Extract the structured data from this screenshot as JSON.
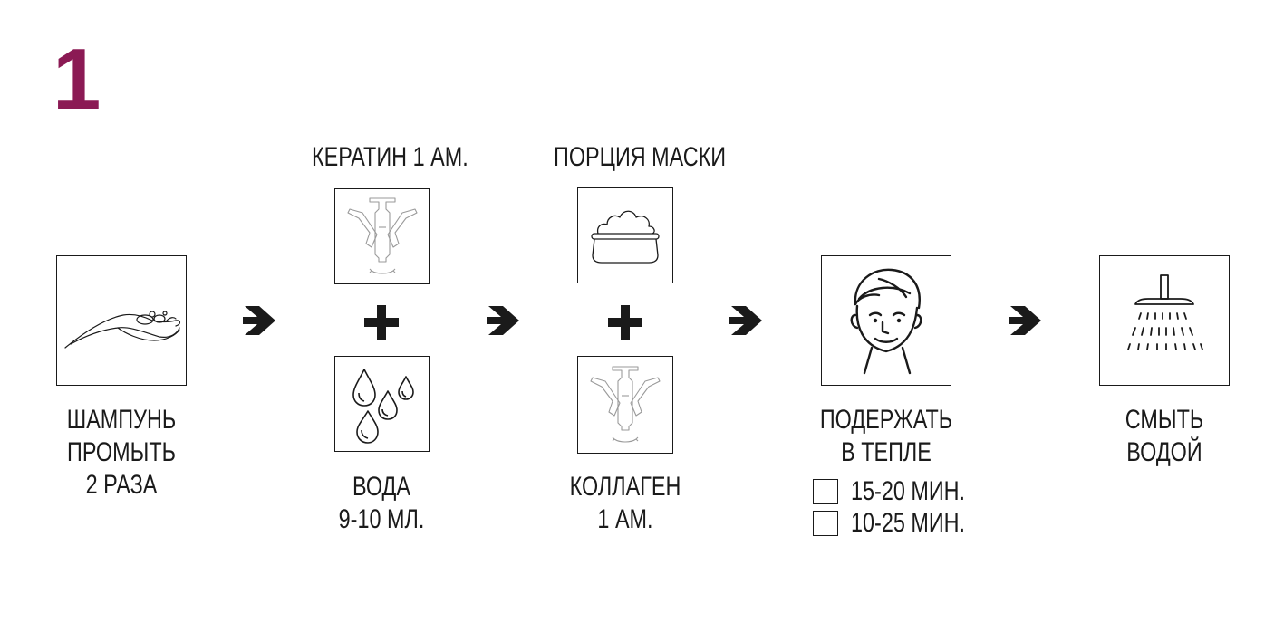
{
  "step_number": "1",
  "steps": {
    "shampoo": {
      "lines": [
        "ШАМПУНЬ",
        "ПРОМЫТЬ",
        "2 РАЗА"
      ],
      "icon": "cupped-hand-foam-icon"
    },
    "keratin": {
      "top_label": "КЕРАТИН 1 АМ.",
      "icon": "ampoule-icon"
    },
    "water": {
      "lines": [
        "ВОДА",
        "9-10 МЛ."
      ],
      "icon": "water-drops-icon"
    },
    "mask": {
      "top_label": "ПОРЦИЯ МАСКИ",
      "icon": "cream-jar-icon"
    },
    "collagen": {
      "lines": [
        "КОЛЛАГЕН",
        "1 АМ."
      ],
      "icon": "ampoule-icon"
    },
    "hold": {
      "lines": [
        "ПОДЕРЖАТЬ",
        "В ТЕПЛЕ"
      ],
      "options": [
        "15-20 МИН.",
        "10-25 МИН."
      ],
      "icon": "towel-wrapped-head-icon"
    },
    "rinse": {
      "lines": [
        "СМЫТЬ",
        "ВОДОЙ"
      ],
      "icon": "shower-head-icon"
    }
  },
  "colors": {
    "accent": "#8b1a54",
    "ink": "#1a1a1a",
    "light_line": "#9a9a9a"
  }
}
